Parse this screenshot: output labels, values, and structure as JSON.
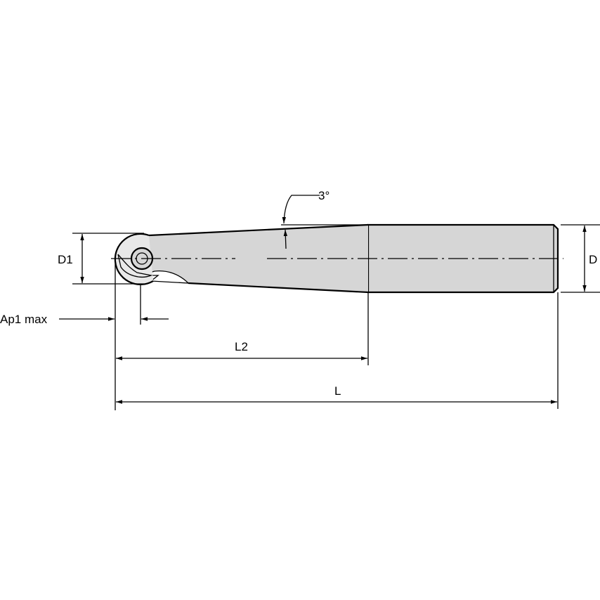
{
  "drawing": {
    "labels": {
      "d1": "D1",
      "d": "D",
      "ap1_max": "Ap1 max",
      "l2": "L2",
      "l": "L",
      "taper_angle": "3°"
    },
    "colors": {
      "body_fill": "#d6d6d6",
      "line": "#000000"
    }
  }
}
